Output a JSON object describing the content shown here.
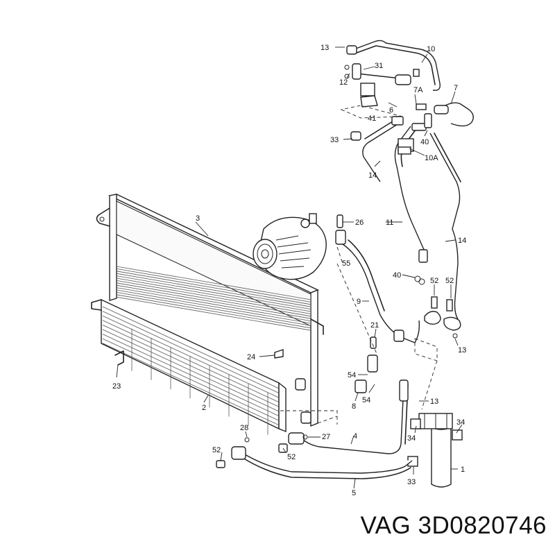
{
  "caption": {
    "brand": "VAG",
    "part_number": "3D0820746"
  },
  "callouts": {
    "c13a": "13",
    "c10": "10",
    "c31": "31",
    "c12": "12",
    "c7a": "7A",
    "c7": "7",
    "c6": "6",
    "c41": "41",
    "c40a": "40",
    "c33a": "33",
    "c10a": "10A",
    "c14a": "14",
    "c3": "3",
    "c26": "26",
    "c11": "11",
    "c14b": "14",
    "c55": "55",
    "c40b": "40",
    "c52a": "52",
    "c52b": "52",
    "c9": "9",
    "c13b": "13",
    "c21": "21",
    "c24": "24",
    "c23": "23",
    "c54a": "54",
    "c8": "8",
    "c54b": "54",
    "c13c": "13",
    "c2": "2",
    "c34a": "34",
    "c34b": "34",
    "c28": "28",
    "c27": "27",
    "c4": "4",
    "c52c": "52",
    "c52d": "52",
    "c1": "1",
    "c33b": "33",
    "c5": "5"
  }
}
